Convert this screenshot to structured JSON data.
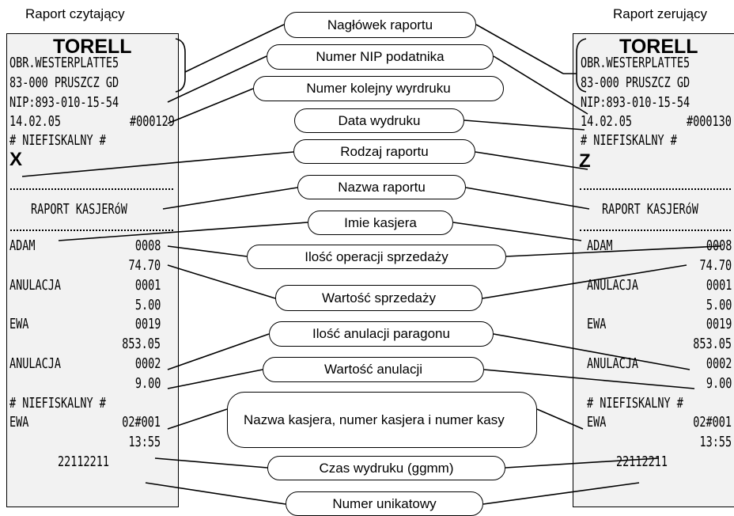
{
  "titles": {
    "left": "Raport czytający",
    "right": "Raport zerujący"
  },
  "labels": {
    "header": "Nagłówek raportu",
    "nip": "Numer NIP podatnika",
    "serial": "Numer kolejny wyrdruku",
    "date": "Data  wydruku",
    "type": "Rodzaj raportu",
    "report_name": "Nazwa raportu",
    "cashier_name": "Imie kasjera",
    "sales_count": "Ilość operacji sprzedaży",
    "sales_value": "Wartość sprzedaży",
    "cancel_count": "Ilość anulacji paragonu",
    "cancel_value": "Wartość anulacji",
    "cashier_info": "Nazwa kasjera, numer kasjera i numer kasy",
    "time": "Czas wydruku (ggmm)",
    "unique": "Numer unikatowy"
  },
  "receipt_left": {
    "store": "TORELL",
    "address1": "OBR.WESTERPLATTE5",
    "address2": "83-000 PRUSZCZ GD",
    "nip": "NIP:893-010-15-54",
    "date": "14.02.05",
    "serial": "#000129",
    "nonfiscal1": "# NIEFISKALNY #",
    "report_type": "X",
    "report_name": "RAPORT KASJERóW",
    "cashier1": "ADAM",
    "cashier1_count": "0008",
    "cashier1_value": "74.70",
    "cancel_label1": "ANULACJA",
    "cancel1_count": "0001",
    "cancel1_value": "5.00",
    "cashier2": "EWA",
    "cashier2_count": "0019",
    "cashier2_value": "853.05",
    "cancel_label2": "ANULACJA",
    "cancel2_count": "0002",
    "cancel2_value": "9.00",
    "nonfiscal2": "# NIEFISKALNY #",
    "cashier_print": "EWA",
    "cashier_kasa": "02#001",
    "time": "13:55",
    "unique": "22112211"
  },
  "receipt_right": {
    "store": "TORELL",
    "address1": "OBR.WESTERPLATTE5",
    "address2": "83-000 PRUSZCZ GD",
    "nip": "NIP:893-010-15-54",
    "date": "14.02.05",
    "serial": "#000130",
    "nonfiscal1": "# NIEFISKALNY #",
    "report_type": "Z",
    "report_name": "RAPORT KASJERóW",
    "cashier1": "ADAM",
    "cashier1_count": "0008",
    "cashier1_value": "74.70",
    "cancel_label1": "ANULACJA",
    "cancel1_count": "0001",
    "cancel1_value": "5.00",
    "cashier2": "EWA",
    "cashier2_count": "0019",
    "cashier2_value": "853.05",
    "cancel_label2": "ANULACJA",
    "cancel2_count": "0002",
    "cancel2_value": "9.00",
    "nonfiscal2": "# NIEFISKALNY #",
    "cashier_print": "EWA",
    "cashier_kasa": "02#001",
    "time": "13:55",
    "unique": "22112211"
  }
}
